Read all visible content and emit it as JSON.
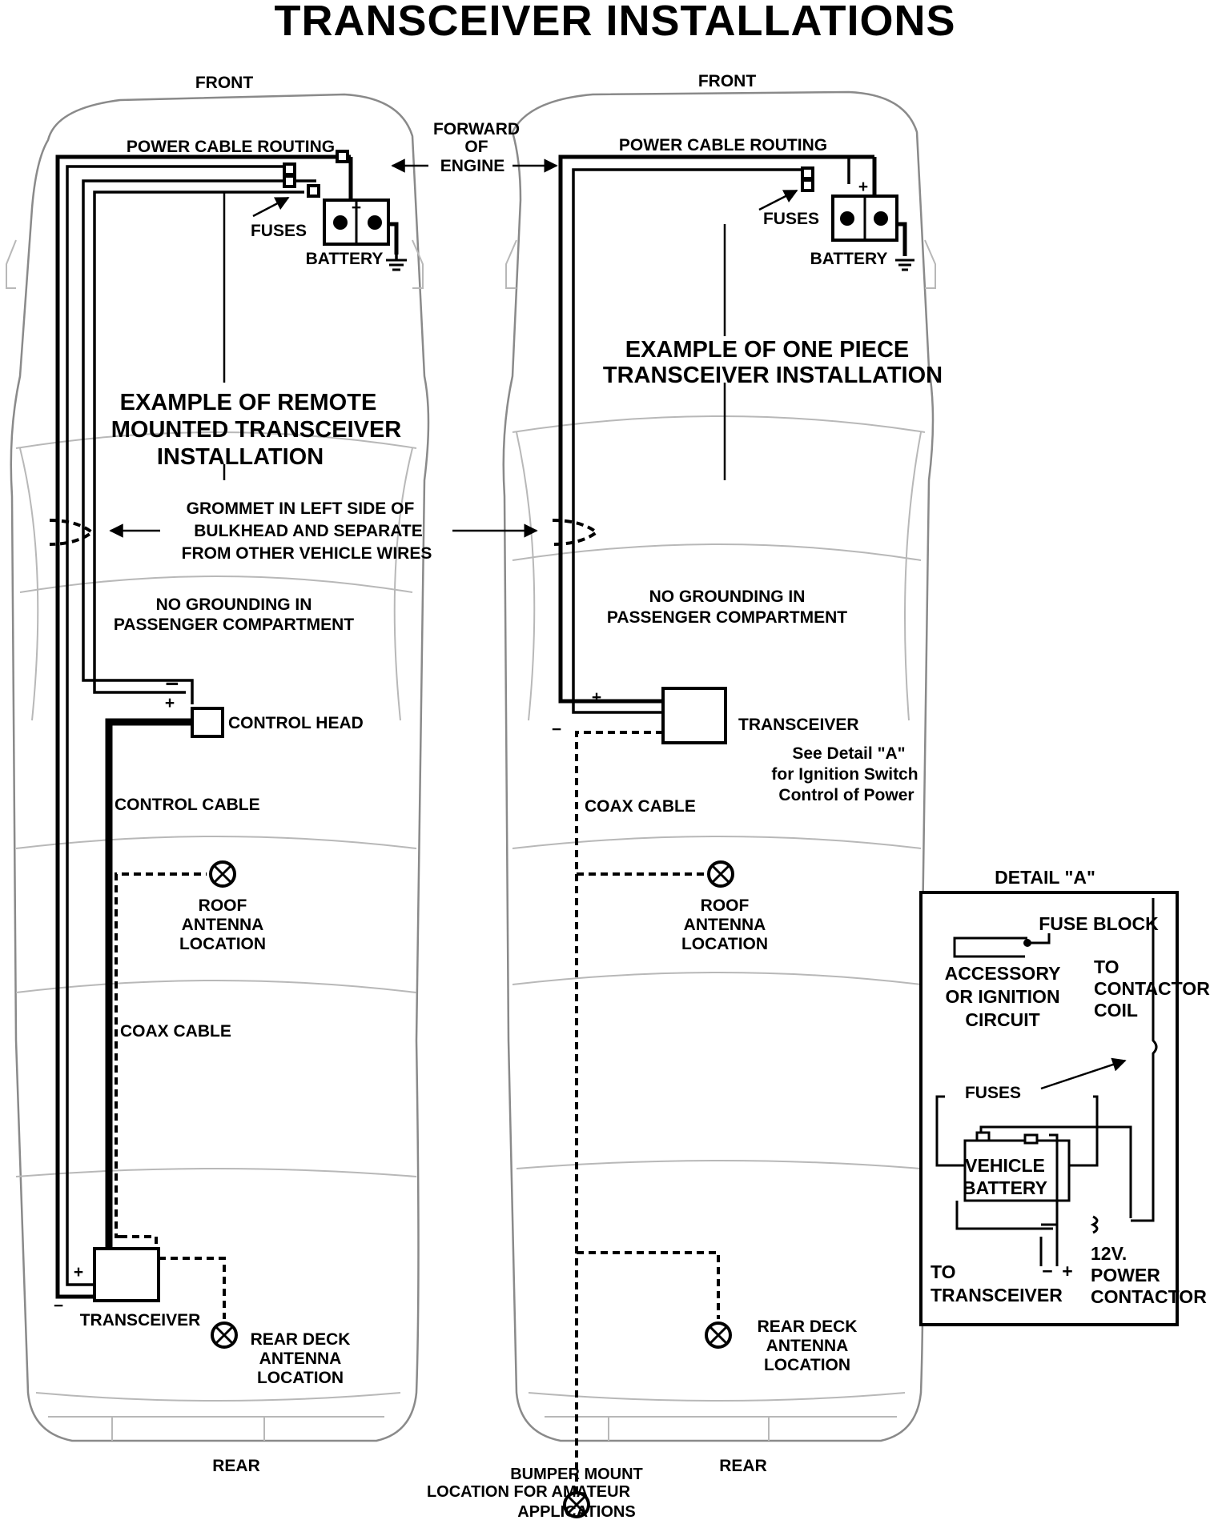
{
  "title": "TRANSCEIVER INSTALLATIONS",
  "left_car": {
    "front": "FRONT",
    "rear": "REAR",
    "power_cable_routing": "POWER CABLE ROUTING",
    "fuses": "FUSES",
    "battery": "BATTERY",
    "heading": [
      "EXAMPLE OF REMOTE",
      "MOUNTED TRANSCEIVER",
      "INSTALLATION"
    ],
    "no_grounding": [
      "NO GROUNDING IN",
      "PASSENGER COMPARTMENT"
    ],
    "control_head": "CONTROL HEAD",
    "control_cable": "CONTROL CABLE",
    "roof_antenna": [
      "ROOF",
      "ANTENNA",
      "LOCATION"
    ],
    "coax_cable": "COAX CABLE",
    "transceiver": "TRANSCEIVER",
    "rear_deck_antenna": [
      "REAR DECK",
      "ANTENNA",
      "LOCATION"
    ]
  },
  "center": {
    "forward_of_engine": [
      "FORWARD",
      "OF",
      "ENGINE"
    ],
    "grommet": [
      "GROMMET IN LEFT SIDE OF",
      "BULKHEAD AND SEPARATE",
      "FROM OTHER VEHICLE WIRES"
    ],
    "bumper_mount": [
      "BUMPER MOUNT",
      "LOCATION FOR AMATEUR",
      "APPLICATIONS"
    ]
  },
  "right_car": {
    "front": "FRONT",
    "rear": "REAR",
    "power_cable_routing": "POWER CABLE ROUTING",
    "fuses": "FUSES",
    "battery": "BATTERY",
    "heading": [
      "EXAMPLE OF ONE PIECE",
      "TRANSCEIVER INSTALLATION"
    ],
    "no_grounding": [
      "NO GROUNDING IN",
      "PASSENGER COMPARTMENT"
    ],
    "transceiver": "TRANSCEIVER",
    "see_detail": [
      "See Detail \"A\"",
      "for Ignition Switch",
      "Control of Power"
    ],
    "coax_cable": "COAX CABLE",
    "roof_antenna": [
      "ROOF",
      "ANTENNA",
      "LOCATION"
    ],
    "rear_deck_antenna": [
      "REAR DECK",
      "ANTENNA",
      "LOCATION"
    ]
  },
  "detail_a": {
    "title": "DETAIL \"A\"",
    "fuse_block": "FUSE BLOCK",
    "accessory": [
      "ACCESSORY",
      "OR IGNITION",
      "CIRCUIT"
    ],
    "to_contactor_coil": [
      "TO",
      "CONTACTOR",
      "COIL"
    ],
    "fuses": "FUSES",
    "vehicle_battery": [
      "VEHICLE",
      "BATTERY"
    ],
    "to_transceiver": [
      "TO",
      "TRANSCEIVER"
    ],
    "power_contactor": [
      "12V.",
      "POWER",
      "CONTACTOR"
    ]
  },
  "symbols": {
    "plus": "+",
    "minus": "−"
  }
}
